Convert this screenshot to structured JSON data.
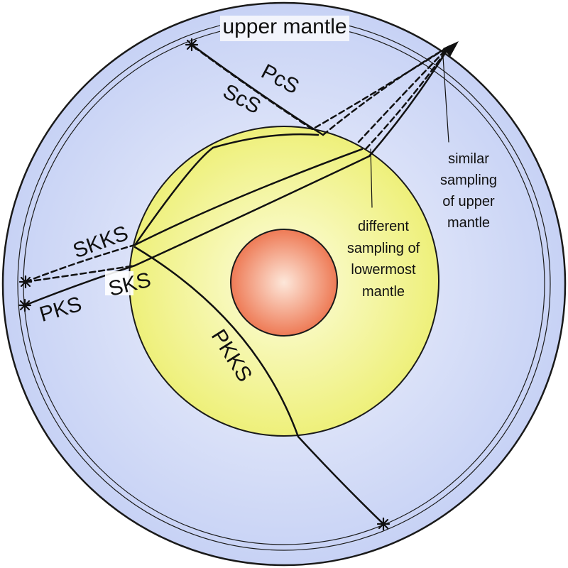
{
  "labels": {
    "upper_mantle": "upper mantle",
    "pcs": "PcS",
    "scs": "ScS",
    "skks": "SKKS",
    "sks": "SKS",
    "pks": "PKS",
    "pkks": "PKKS",
    "similar_note": [
      "similar",
      "sampling",
      "of upper",
      "mantle"
    ],
    "different_note": [
      "different",
      "sampling of",
      "lowermost",
      "mantle"
    ]
  },
  "colors": {
    "mantle": "#c7d2f5",
    "mantle_center": "#f2f4fc",
    "outer_core": "#eef07a",
    "outer_core_center": "#fdfde0",
    "inner_core": "#ee7a55",
    "inner_core_center": "#fde7da",
    "rays": "#111111"
  }
}
